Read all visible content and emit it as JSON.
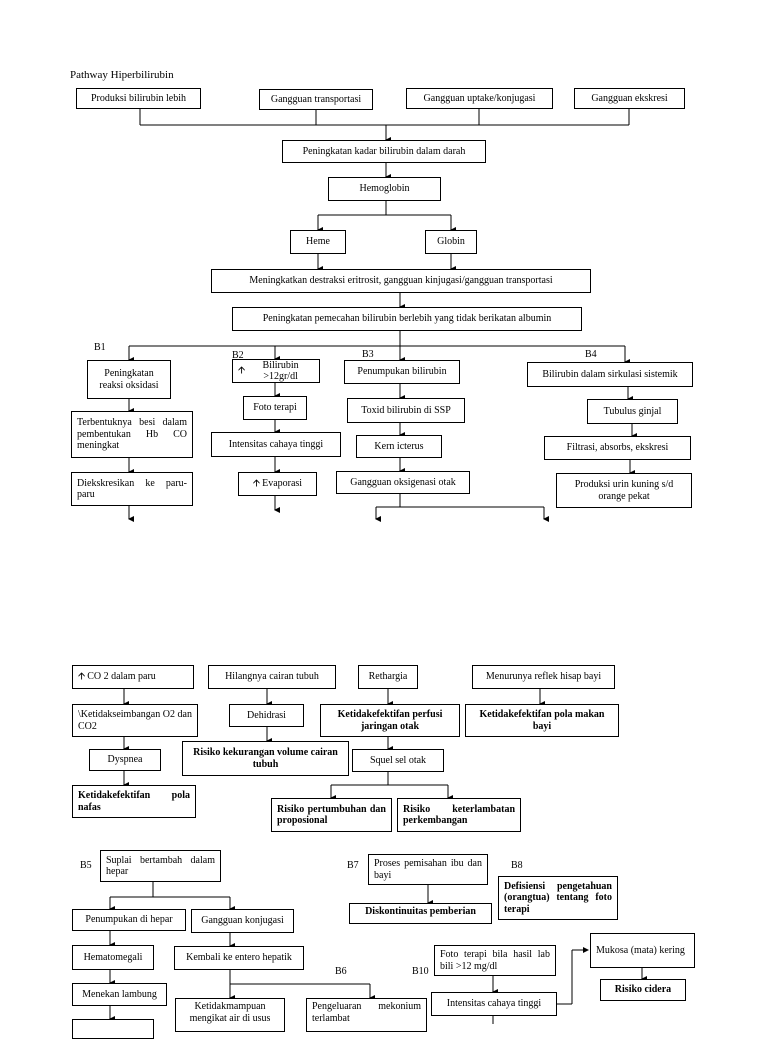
{
  "title": "Pathway Hiperbilirubin",
  "top": {
    "causes": [
      "Produksi bilirubin lebih",
      "Gangguan transportasi",
      "Gangguan uptake/konjugasi",
      "Gangguan ekskresi"
    ],
    "peningkatan_kadar": "Peningkatan kadar bilirubin dalam darah",
    "hemoglobin": "Hemoglobin",
    "heme": "Heme",
    "globin": "Globin",
    "destruksi": "Meningkatkan destraksi eritrosit, gangguan kinjugasi/gangguan transportasi",
    "pemecahan": "Peningkatan pemecahan bilirubin berlebih yang tidak berikatan albumin"
  },
  "branch_labels": [
    "B1",
    "B2",
    "B3",
    "B4",
    "B5",
    "B6",
    "B7",
    "B8",
    "B10"
  ],
  "b1": {
    "reaksi": "Peningkatan reaksi oksidasi",
    "besi": "Terbentuknya besi dalam pembentukan Hb CO meningkat",
    "dieks": "Diekskresikan ke paru-paru"
  },
  "b2": {
    "bilirubin": "Bilirubin >12gr/dl",
    "foto": "Foto terapi",
    "intensitas": "Intensitas cahaya tinggi",
    "evaporasi": "Evaporasi"
  },
  "b3": {
    "penumpukan": "Penumpukan bilirubin",
    "toxid": "Toxid bilirubin di SSP",
    "kern": "Kern icterus",
    "oksigenasi": "Gangguan oksigenasi otak"
  },
  "b4": {
    "sirkulasi": "Bilirubin dalam sirkulasi sistemik",
    "tubulus": "Tubulus ginjal",
    "filtrasi": "Filtrasi, absorbs, ekskresi",
    "urin": "Produksi urin kuning s/d orange pekat"
  },
  "mid": {
    "co2": "CO 2 dalam paru",
    "ketidakseimbangan": "\\Ketidakseimbangan O2 dan CO2",
    "dyspnea": "Dyspnea",
    "pola_nafas": "Ketidakefektifan pola nafas",
    "hilangnya": "Hilangnya cairan tubuh",
    "dehidrasi": "Dehidrasi",
    "risiko_cairan": "Risiko kekurangan volume cairan tubuh",
    "rethargia": "Rethargia",
    "perfusi": "Ketidakefektifan perfusi jaringan otak",
    "squel": "Squel sel otak",
    "pertumbuhan": "Risiko pertumbuhan dan proposional",
    "keterlambatan": "Risiko keterlambatan perkembangan",
    "reflek": "Menurunya reflek hisap bayi",
    "pola_makan": "Ketidakefektifan pola makan bayi"
  },
  "bottom": {
    "suplai": "Suplai bertambah dalam hepar",
    "penumpukan_hepar": "Penumpukan di hepar",
    "konjugasi": "Gangguan konjugasi",
    "hematomegali": "Hematomegali",
    "entero": "Kembali ke entero hepatik",
    "lambung": "Menekan lambung",
    "ketidakmampuan": "Ketidakmampuan mengikat air di usus",
    "mekonium": "Pengeluaran mekonium terlambat",
    "pemisahan": "Proses pemisahan ibu dan bayi",
    "diskontinuitas": "Diskontinuitas pemberian",
    "defisiensi": "Defisiensi pengetahuan (orangtua) tentang foto terapi",
    "foto_b10": "Foto terapi bila hasil lab bili >12 mg/dl",
    "intensitas_b10": "Intensitas cahaya tinggi",
    "mukosa": "Mukosa (mata) kering",
    "cidera": "Risiko cidera"
  }
}
